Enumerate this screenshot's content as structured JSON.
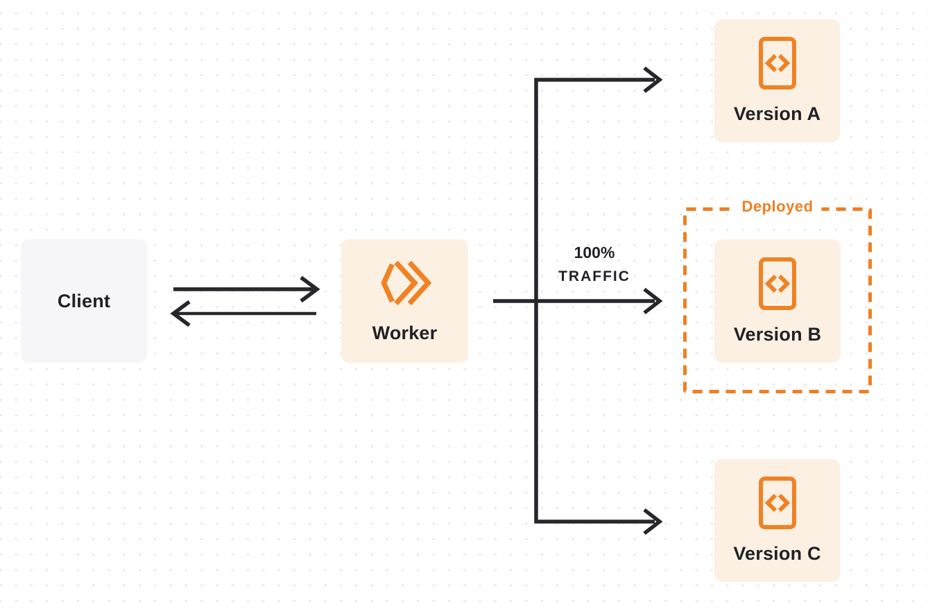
{
  "diagram": {
    "description": "Worker traffic routing between deployed versions",
    "nodes": {
      "client": {
        "label": "Client"
      },
      "worker": {
        "label": "Worker"
      },
      "version_a": {
        "label": "Version A"
      },
      "version_b": {
        "label": "Version B"
      },
      "version_c": {
        "label": "Version C"
      }
    },
    "deployed": {
      "label": "Deployed"
    },
    "traffic": {
      "percent": "100%",
      "word": "TRAFFIC"
    },
    "edges": [
      {
        "from": "client",
        "to": "worker",
        "type": "bidirectional"
      },
      {
        "from": "worker",
        "to": "version_a",
        "type": "arrow"
      },
      {
        "from": "worker",
        "to": "version_b",
        "type": "arrow",
        "label": "100% TRAFFIC"
      },
      {
        "from": "worker",
        "to": "version_c",
        "type": "arrow"
      }
    ],
    "icons": {
      "worker": "cloudflare-workers-logo",
      "version": "code-file-icon"
    },
    "colors": {
      "accent_orange": "#ee7f22",
      "box_cream": "#fcf0e3",
      "box_gray": "#f6f6f8",
      "line_dark": "#27272b",
      "text_dark": "#1f2125",
      "dot_grid": "#e4e4e8",
      "background": "#ffffff"
    }
  }
}
